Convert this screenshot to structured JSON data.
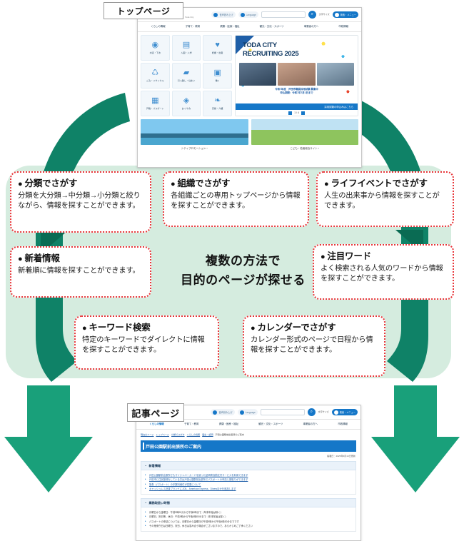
{
  "colors": {
    "ring_green": "#0f8267",
    "ring_green_dark": "#0d7a60",
    "arrow_green": "#19a07a",
    "pale_green": "#d5ecdf",
    "callout_border": "#e8373b",
    "brand_blue": "#1577c8"
  },
  "center_message": {
    "line1": "複数の方法で",
    "line2": "目的のページが探せる"
  },
  "tags": {
    "top_page": "トップページ",
    "article_page": "記事ページ"
  },
  "callouts": [
    {
      "id": "category",
      "title": "分類でさがす",
      "bullet": "●",
      "body": "分類を大分類→中分類→小分類と絞りながら、情報を探すことができます。"
    },
    {
      "id": "organization",
      "title": "組織でさがす",
      "bullet": "●",
      "body": "各組織ごとの専用トップページから情報を探すことができます。"
    },
    {
      "id": "life-event",
      "title": "ライフイベントでさがす",
      "bullet": "●",
      "body": "人生の出来事から情報を探すことができます。"
    },
    {
      "id": "new-info",
      "title": "新着情報",
      "bullet": "●",
      "body": "新着順に情報を探すことができます。"
    },
    {
      "id": "popular-word",
      "title": "注目ワード",
      "bullet": "●",
      "body": "よく検索される人気のワードから情報を探すことができます。"
    },
    {
      "id": "keyword-search",
      "title": "キーワード検索",
      "bullet": "●",
      "body": "特定のキーワードでダイレクトに情報を探すことができます。"
    },
    {
      "id": "calendar",
      "title": "カレンダーでさがす",
      "bullet": "●",
      "body": "カレンダー形式のページで日程から情報を探すことができます。"
    }
  ],
  "top_page": {
    "site_name": "戸田市",
    "site_name_sub": "Toda City",
    "header_pills": {
      "yomiage": "音声読み上げ",
      "language": "Language",
      "search_placeholder": "",
      "font_size": "文字サイズ",
      "menu": "検索・メニュー"
    },
    "nav": [
      "くらしの情報",
      "子育て・教育",
      "健康・医療・福祉",
      "観光・文化・スポーツ",
      "事業者の方へ",
      "市政情報"
    ],
    "icon_grid": [
      {
        "icon": "water-drop-icon",
        "glyph": "◉",
        "label": "水道・下水"
      },
      {
        "icon": "building-icon",
        "glyph": "▤",
        "label": "入園・入学"
      },
      {
        "icon": "heart-icon",
        "glyph": "♥",
        "label": "妊娠・出産"
      },
      {
        "icon": "recycle-icon",
        "glyph": "♺",
        "label": "ごみ・リサイクル"
      },
      {
        "icon": "truck-icon",
        "glyph": "▰",
        "label": "引っ越し・住まい"
      },
      {
        "icon": "briefcase-icon",
        "glyph": "▣",
        "label": "働く"
      },
      {
        "icon": "id-card-icon",
        "glyph": "▦",
        "label": "戸籍・パスポート"
      },
      {
        "icon": "ticket-icon",
        "glyph": "◈",
        "label": "おくやみ"
      },
      {
        "icon": "people-icon",
        "glyph": "❧",
        "label": "高齢・介護"
      }
    ],
    "banner": {
      "title_line1": "TODA CITY",
      "title_line2": "RECRUITING 2025",
      "caption_line1": "令和7年度　戸田市職員採用試験 募集中",
      "caption_line2": "申込期間：令和7年7月1日まで",
      "cta": "採用試験の申込みはこちら",
      "pager": "1 / 4"
    },
    "footer_cards": [
      {
        "caption": "シティプロモーション ›",
        "art": "sky"
      },
      {
        "caption": "こども・若者総合サイト ›",
        "art": "kids"
      }
    ]
  },
  "article_page": {
    "site_name": "戸田市",
    "header_pills": {
      "yomiage": "音声読み上げ",
      "language": "Language",
      "font_size": "文字サイズ",
      "menu": "検索・メニュー"
    },
    "nav": [
      "くらしの情報",
      "子育て・教育",
      "健康・医療・福祉",
      "観光・文化・スポーツ",
      "事業者の方へ",
      "市政情報"
    ],
    "breadcrumb": [
      "現在のページ",
      "トップページ",
      "分類でさがす",
      "くらしの情報",
      "届出・証明",
      "戸田公園駅前出張所のご案内"
    ],
    "title": "戸田公園駅前出張所のご案内",
    "updated": "掲載日：2025年6月13日更新",
    "sections": [
      {
        "heading": "新着情報",
        "toggle": "−",
        "items": [
          "戸田公園駅前出張所でもマイナンバーカードを使った証明書自動交付サービスを利用できます",
          "戸田市に住民登録をしている方は戸田公園駅前出張所でパスポートの申請と受取りができます",
          "旅券（パスポート）の手数料納付が変更について",
          "キャッシュレス決済ブランドにJCB、American Express、Dinersほかを追加します"
        ]
      },
      {
        "heading": "業務取扱い時間",
        "toggle": "−",
        "items": [
          "月曜日から金曜日：午前9時00分から午後5時まで（年末年始は除く）",
          "日曜日、祝日等、休日：午前9時から午後5時00分まで（年末年始は除く）",
          "パスポートの申請については、月曜日から金曜日の午前9時から午後4時30分までです",
          "その他来庁日は日曜日、祝日、休日は混み合う場合がございますので、あらかじめご了承ください"
        ]
      }
    ]
  }
}
